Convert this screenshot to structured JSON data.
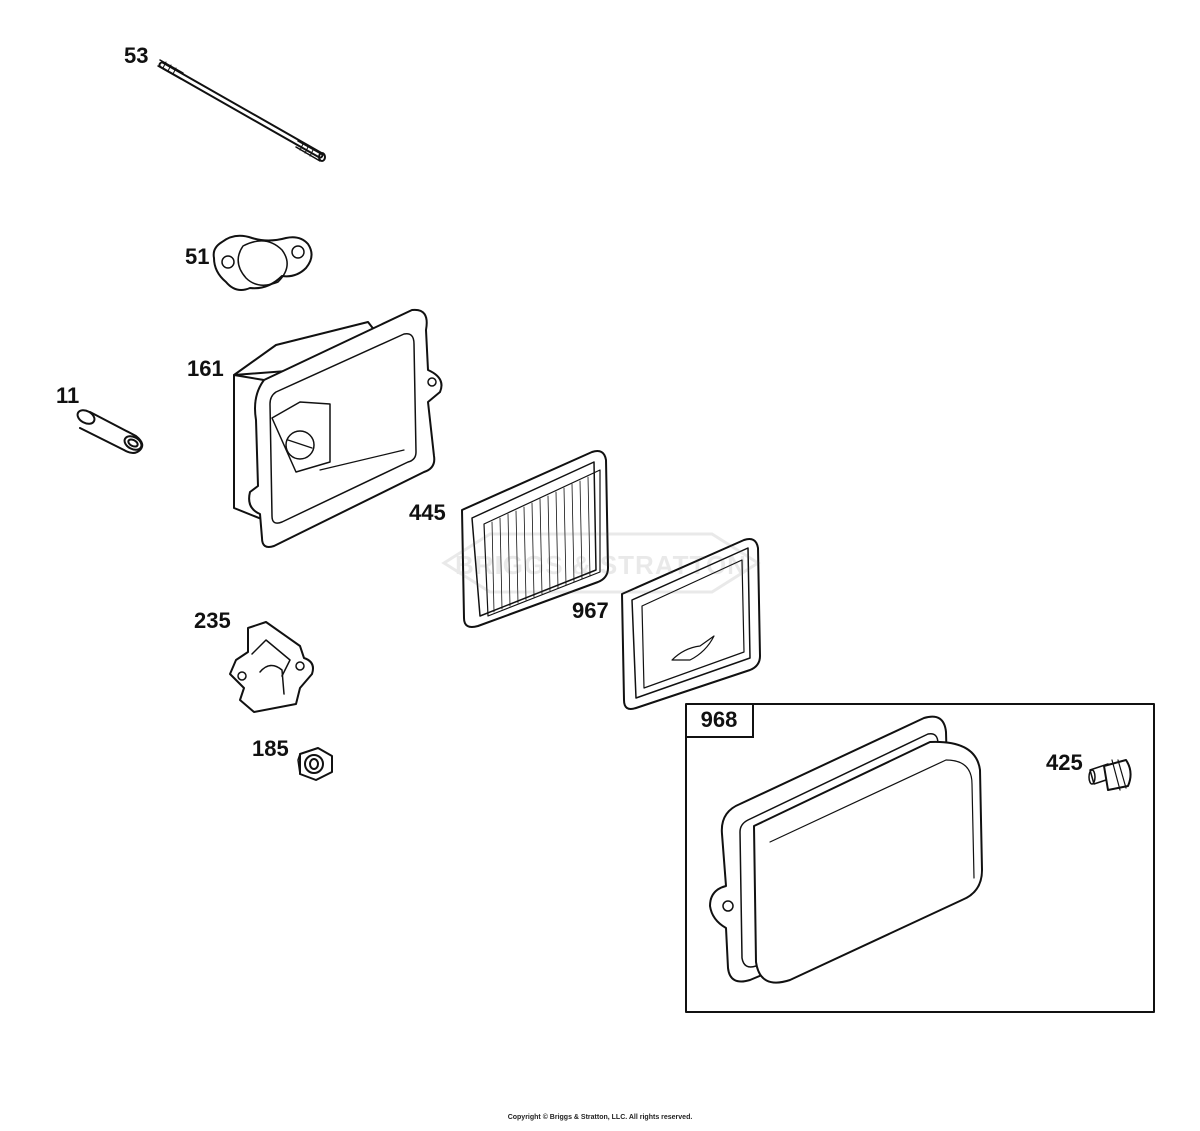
{
  "diagram": {
    "parts": [
      {
        "id": "53",
        "name": "long-stud"
      },
      {
        "id": "51",
        "name": "gasket"
      },
      {
        "id": "161",
        "name": "air-cleaner-base"
      },
      {
        "id": "11",
        "name": "tube-spacer"
      },
      {
        "id": "445",
        "name": "air-filter-cartridge"
      },
      {
        "id": "967",
        "name": "pre-cleaner"
      },
      {
        "id": "235",
        "name": "bracket"
      },
      {
        "id": "185",
        "name": "nut"
      },
      {
        "id": "968",
        "name": "air-cleaner-cover-kit"
      },
      {
        "id": "425",
        "name": "screw"
      }
    ],
    "watermark": "BRIGGS & STRATTON",
    "copyright": "Copyright © Briggs & Stratton, LLC. All rights reserved."
  }
}
